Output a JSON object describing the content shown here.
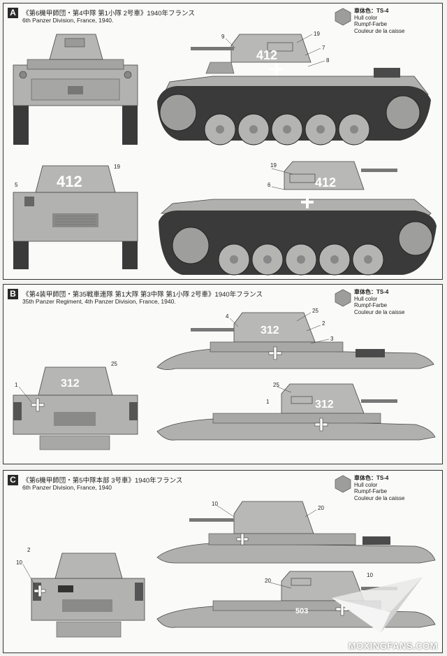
{
  "panels": [
    {
      "letter": "A",
      "title_jp": "《第6機甲師団・第4中隊 第1小隊 2号車》1940年フランス",
      "title_en": "6th Panzer Division, France, 1940.",
      "paint": {
        "jp": "車体色：TS-4",
        "en1": "Hull color",
        "en2": "Rumpf-Farbe",
        "en3": "Couleur de la caisse"
      },
      "tank_number": "412",
      "callouts": {
        "c9": "9",
        "c19a": "19",
        "c7": "7",
        "c8": "8",
        "c19b": "19",
        "c5": "5",
        "c19c": "19",
        "c6": "6"
      }
    },
    {
      "letter": "B",
      "title_jp": "《第4装甲師団・第35戦車連隊 第1大隊 第3中隊 第1小隊 2号車》1940年フランス",
      "title_en": "35th Panzer Regiment, 4th Panzer Division, France, 1940.",
      "paint": {
        "jp": "車体色：TS-4",
        "en1": "Hull color",
        "en2": "Rumpf-Farbe",
        "en3": "Couleur de la caisse"
      },
      "tank_number": "312",
      "callouts": {
        "c25a": "25",
        "c4": "4",
        "c2": "2",
        "c3": "3",
        "c25b": "25",
        "c1a": "1",
        "c25c": "25",
        "c1b": "1"
      }
    },
    {
      "letter": "C",
      "title_jp": "《第6機甲師団・第5中隊本部 3号車》1940年フランス",
      "title_en": "6th Panzer Division, France, 1940",
      "paint": {
        "jp": "車体色：TS-4",
        "en1": "Hull color",
        "en2": "Rumpf-Farbe",
        "en3": "Couleur de la caisse"
      },
      "tank_number": "503",
      "callouts": {
        "c10a": "10",
        "c20a": "20",
        "c2b": "2",
        "c10b": "10",
        "c20b": "20",
        "c10c": "10"
      }
    }
  ],
  "watermark": "MOXINGFANS.COM",
  "colors": {
    "hull": "#a9a9a7",
    "hull_dark": "#8b8b89",
    "track": "#3a3a3a",
    "paint_hex": "#9d9d9b"
  }
}
